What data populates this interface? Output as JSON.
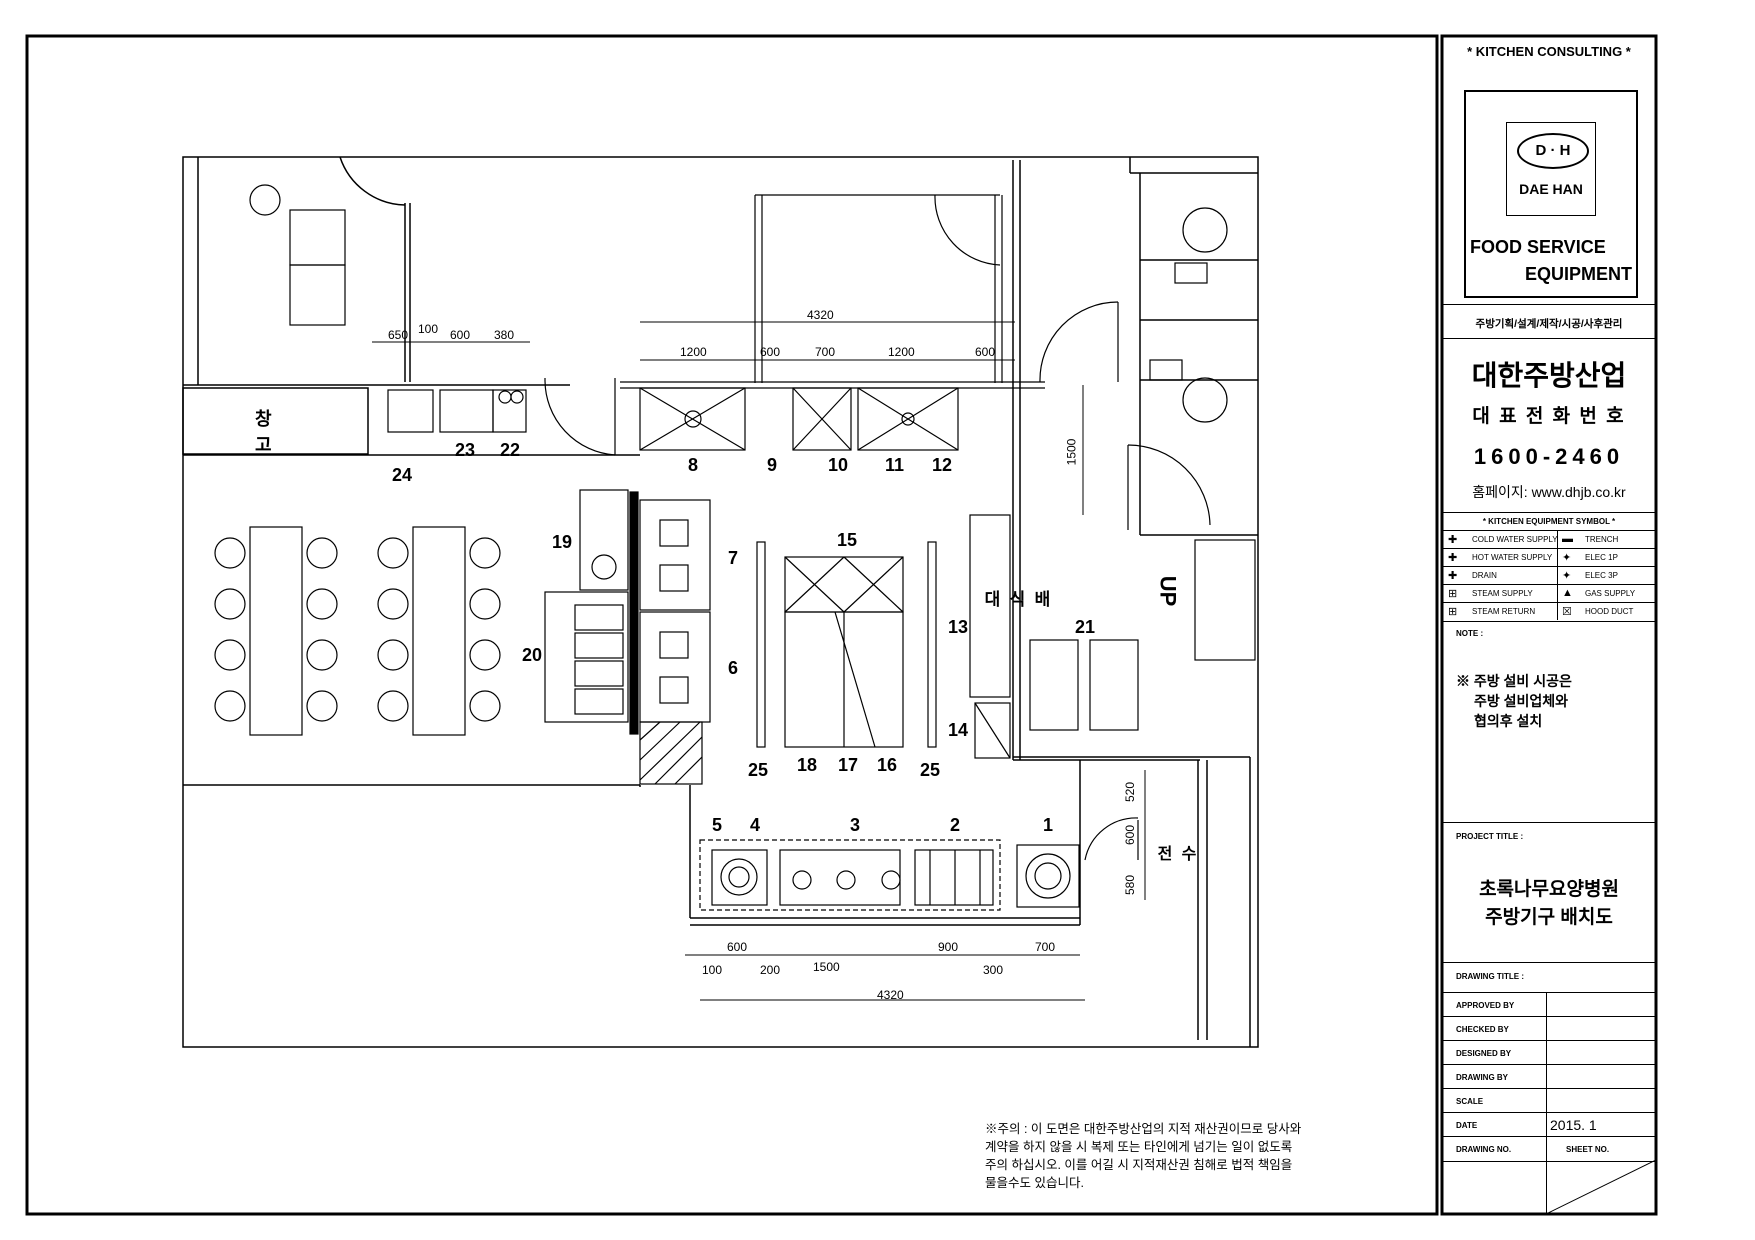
{
  "title_block": {
    "header": "* KITCHEN CONSULTING *",
    "logo_initials": "D · H",
    "logo_name": "DAE HAN",
    "food_service": "FOOD SERVICE",
    "equipment": "EQUIPMENT",
    "services": "주방기획/설계/제작/시공/사후관리",
    "company": "대한주방산업",
    "phone_label": "대 표 전 화 번 호",
    "phone": "1600-2460",
    "homepage": "홈페이지: www.dhjb.co.kr",
    "symbol_header": "* KITCHEN EQUIPMENT SYMBOL *",
    "symbols": [
      {
        "left": "COLD WATER SUPPLY",
        "right": "TRENCH"
      },
      {
        "left": "HOT WATER SUPPLY",
        "right": "ELEC 1P"
      },
      {
        "left": "DRAIN",
        "right": "ELEC 3P"
      },
      {
        "left": "STEAM SUPPLY",
        "right": "GAS SUPPLY"
      },
      {
        "left": "STEAM RETURN",
        "right": "HOOD DUCT"
      }
    ],
    "note_label": "NOTE :",
    "note_lines": [
      "※ 주방 설비 시공은",
      "주방 설비업체와",
      "협의후 설치"
    ],
    "project_label": "PROJECT TITLE :",
    "project_line1": "초록나무요양병원",
    "project_line2": "주방기구 배치도",
    "drawing_title_label": "DRAWING TITLE :",
    "rows": [
      {
        "label": "APPROVED BY",
        "value": ""
      },
      {
        "label": "CHECKED BY",
        "value": ""
      },
      {
        "label": "DESIGNED BY",
        "value": ""
      },
      {
        "label": "DRAWING BY",
        "value": ""
      },
      {
        "label": "SCALE",
        "value": ""
      },
      {
        "label": "DATE",
        "value": "2015. 1"
      }
    ],
    "drawing_no_label": "DRAWING NO.",
    "sheet_no_label": "SHEET NO."
  },
  "disclaimer": [
    "※주의 : 이 도면은 대한주방산업의 지적 재산권이므로 당사와",
    "계약을 하지 않을 시 복제 또는 타인에게 넘기는 일이 없도록",
    "주의 하십시오. 이를 어길 시 지적재산권 침해로 법적 책임을",
    "물을수도 있습니다."
  ],
  "plan": {
    "room_storage": "창고",
    "label_serving": "배식대",
    "label_up": "UP",
    "label_sink": "수전",
    "item_numbers": [
      "1",
      "2",
      "3",
      "4",
      "5",
      "6",
      "7",
      "8",
      "9",
      "10",
      "11",
      "12",
      "13",
      "14",
      "15",
      "16",
      "17",
      "18",
      "19",
      "20",
      "21",
      "22",
      "23",
      "24",
      "25",
      "25"
    ],
    "dims": {
      "top_total": "4320",
      "top_parts": [
        "1200",
        "600",
        "700",
        "1200",
        "600"
      ],
      "bottom_total": "4320",
      "bottom_parts": [
        "600",
        "900",
        "700"
      ],
      "bottom_small": [
        "100",
        "200",
        "1500",
        "300"
      ],
      "left_parts": [
        "650",
        "100",
        "600",
        "380"
      ],
      "vertical_1500": "1500",
      "vertical_right": [
        "520",
        "600",
        "580"
      ]
    }
  }
}
